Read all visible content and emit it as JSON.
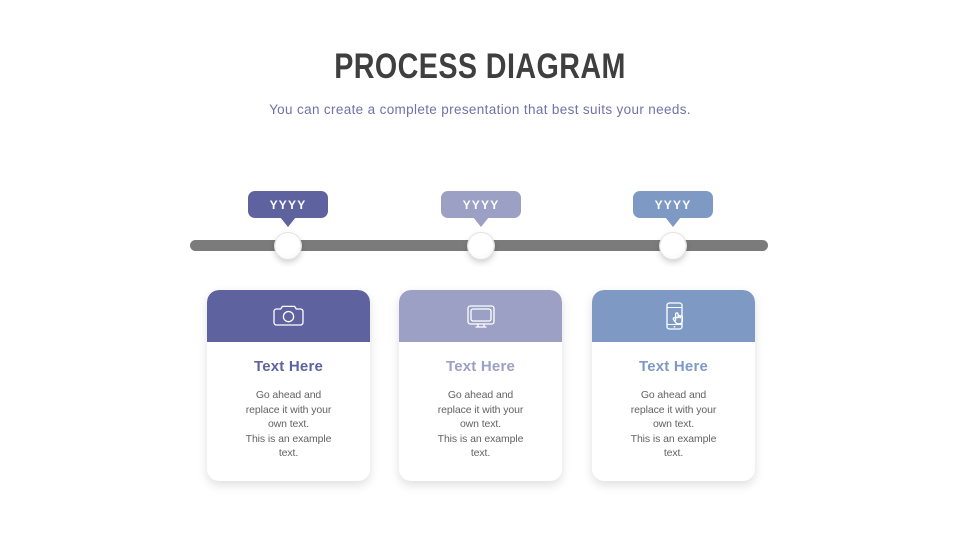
{
  "header": {
    "title": "PROCESS DIAGRAM",
    "subtitle": "You can create a complete presentation that best suits your needs."
  },
  "colors": {
    "title": "#3f3f3f",
    "subtitle": "#6f72a8",
    "timeline_bar": "#7b7b7b",
    "knob": "#ffffff",
    "step1": "#5e63a0",
    "step2": "#9ba0c4",
    "step3": "#7e9ac4",
    "body_text": "#636363",
    "background": "#ffffff"
  },
  "timeline": {
    "markers": [
      {
        "badge_label": "YYYY",
        "color": "#5e63a0"
      },
      {
        "badge_label": "YYYY",
        "color": "#9ba0c4"
      },
      {
        "badge_label": "YYYY",
        "color": "#7e9ac4"
      }
    ]
  },
  "cards": [
    {
      "icon": "camera-icon",
      "header_color": "#5e63a0",
      "heading": "Text Here",
      "heading_color": "#5e63a0",
      "line1": "Go ahead and",
      "line2": "replace it with your",
      "line3": "own text.",
      "line4": "This is an example",
      "line5": "text."
    },
    {
      "icon": "monitor-icon",
      "header_color": "#9ba0c4",
      "heading": "Text Here",
      "heading_color": "#9ba0c4",
      "line1": "Go ahead and",
      "line2": "replace it with your",
      "line3": "own text.",
      "line4": "This is an example",
      "line5": "text."
    },
    {
      "icon": "smartphone-touch-icon",
      "header_color": "#7e9ac4",
      "heading": "Text Here",
      "heading_color": "#7e9ac4",
      "line1": "Go ahead and",
      "line2": "replace it with your",
      "line3": "own text.",
      "line4": "This is an example",
      "line5": "text."
    }
  ]
}
